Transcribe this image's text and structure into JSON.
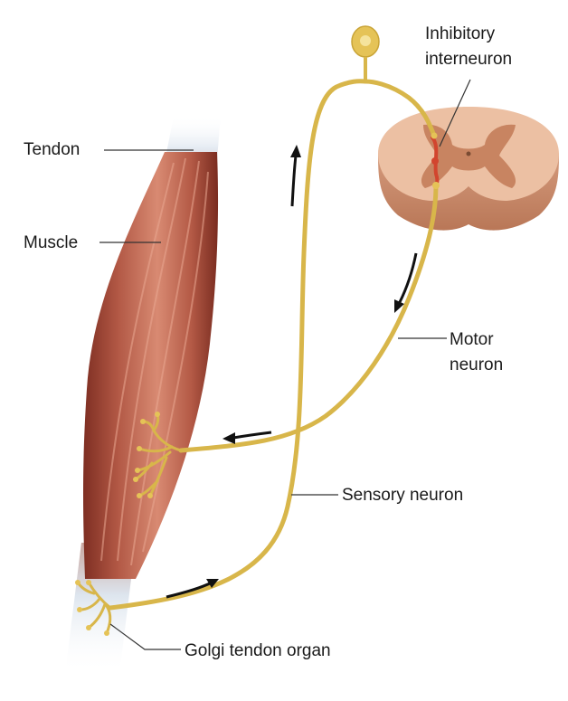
{
  "labels": {
    "tendon": "Tendon",
    "muscle": "Muscle",
    "inhibitory_line1": "Inhibitory",
    "inhibitory_line2": "interneuron",
    "motor_line1": "Motor",
    "motor_line2": "neuron",
    "sensory": "Sensory neuron",
    "golgi": "Golgi tendon organ"
  },
  "colors": {
    "nerve": "#d8b64a",
    "nerve_highlight": "#f1dc85",
    "muscle": "#b85a48",
    "muscle_dark": "#8a3526",
    "tendon": "#dfe6ee",
    "spinal_cord": "#e7b597",
    "gray_matter": "#c47e5d",
    "interneuron": "#d2452e",
    "arrow": "#111111"
  }
}
